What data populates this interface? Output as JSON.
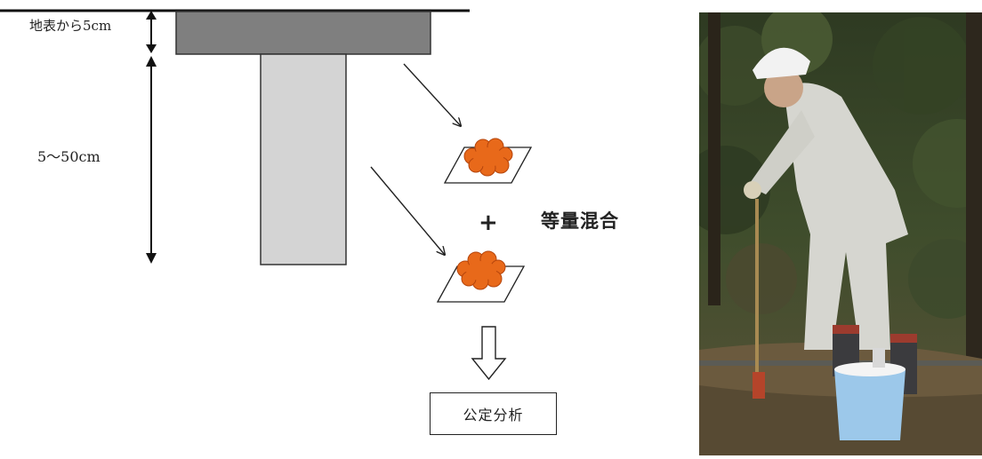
{
  "diagram": {
    "top_layer_label": "地表から5cm",
    "depth_label": "5〜50cm",
    "plus_sign": "+",
    "mix_label": "等量混合",
    "analysis_label": "公定分析",
    "sample_color": "#e8691a",
    "top_layer_color": "#7f7f7f",
    "lower_layer_color": "#d4d4d4"
  },
  "photo": {
    "icon": "soil-sampling-worker-photo"
  }
}
